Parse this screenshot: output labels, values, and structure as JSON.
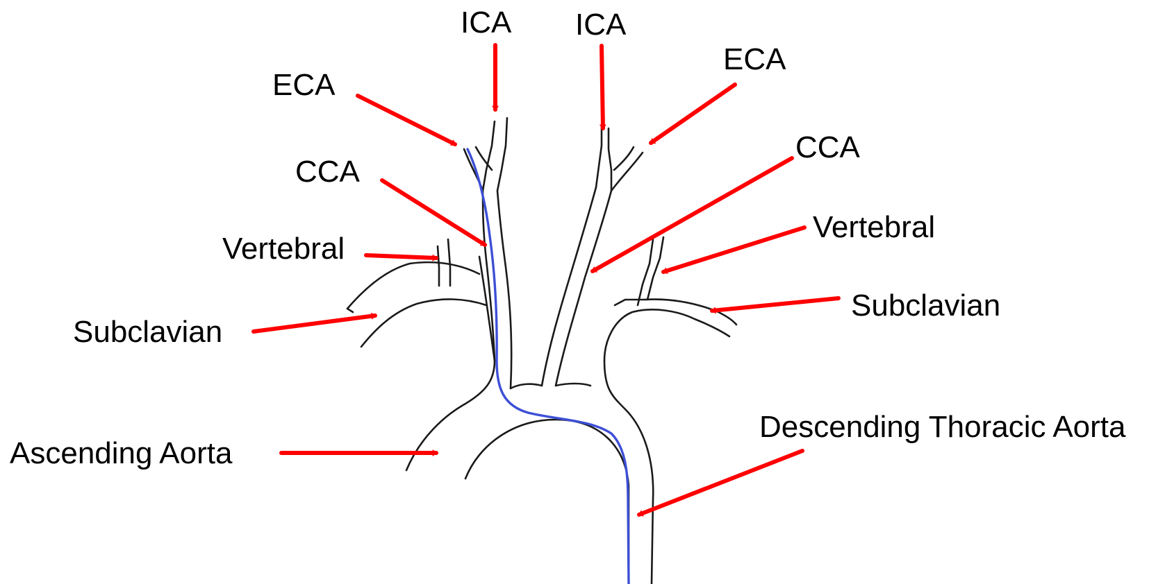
{
  "colors": {
    "arrow": "#ff0000",
    "catheter": "#3d4fd6",
    "vessel_outline": "#1a1a1a",
    "background": "#ffffff"
  },
  "labels": {
    "ica_left": "ICA",
    "ica_right": "ICA",
    "eca_left": "ECA",
    "eca_right": "ECA",
    "cca_left": "CCA",
    "cca_right": "CCA",
    "vertebral_left": "Vertebral",
    "vertebral_right": "Vertebral",
    "subclavian_left": "Subclavian",
    "subclavian_right": "Subclavian",
    "ascending_aorta": "Ascending Aorta",
    "descending_aorta": "Descending Thoracic Aorta"
  }
}
